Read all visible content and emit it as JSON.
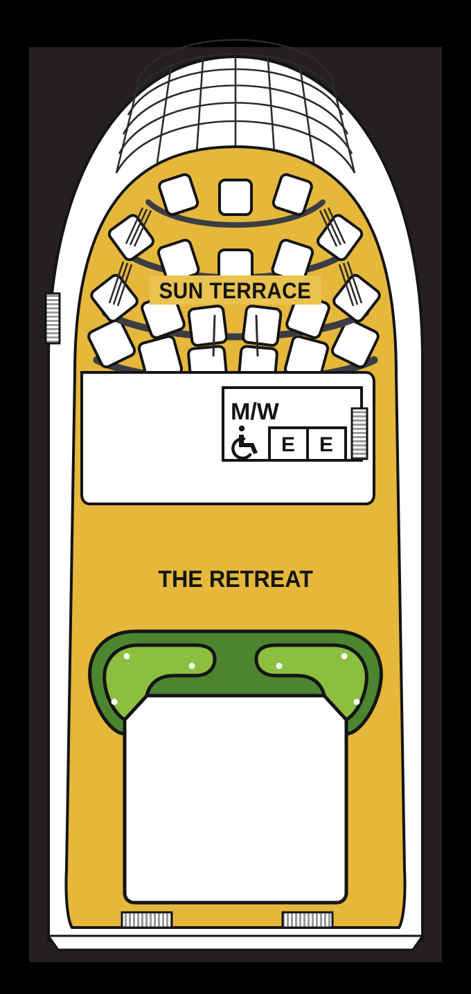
{
  "plan": {
    "title": "Sun Terrace / The Retreat Deck Plan",
    "orientation": "bow-up",
    "colors": {
      "background": "#000000",
      "panel": "#241f20",
      "deck_yellow": "#E5B73B",
      "hull_white": "#FFFFFF",
      "outline": "#141414",
      "pool_light_green": "#8CBF40",
      "pool_dark_green": "#4C8530",
      "chair_seat": "#3C3C44",
      "chair_back": "#FFFFFF",
      "stair_grey": "#B3B3B3"
    }
  },
  "labels": {
    "sun_terrace": "SUN TERRACE",
    "the_retreat": "THE RETREAT",
    "restroom": "M/W",
    "elevator_1": "E",
    "elevator_2": "E"
  },
  "icons": {
    "accessible": "wheelchair-accessible-icon",
    "stair_port_mid": "stairway-icon",
    "stair_interior": "stairway-icon",
    "stair_aft_port": "stairway-icon",
    "stair_aft_starboard": "stairway-icon"
  },
  "features": {
    "sun_terrace_chair_rows": [
      {
        "row": 1,
        "count": 3
      },
      {
        "row": 2,
        "count": 5
      },
      {
        "row": 3,
        "count": 6
      },
      {
        "row": 4,
        "count": 6
      }
    ],
    "total_deck_chairs": 20,
    "bow_canopy_arcs": 6,
    "bow_canopy_radials": 7,
    "elevators": 2,
    "restrooms": 1,
    "whirlpools": 2,
    "whirlpool_jet_dots": 6
  }
}
